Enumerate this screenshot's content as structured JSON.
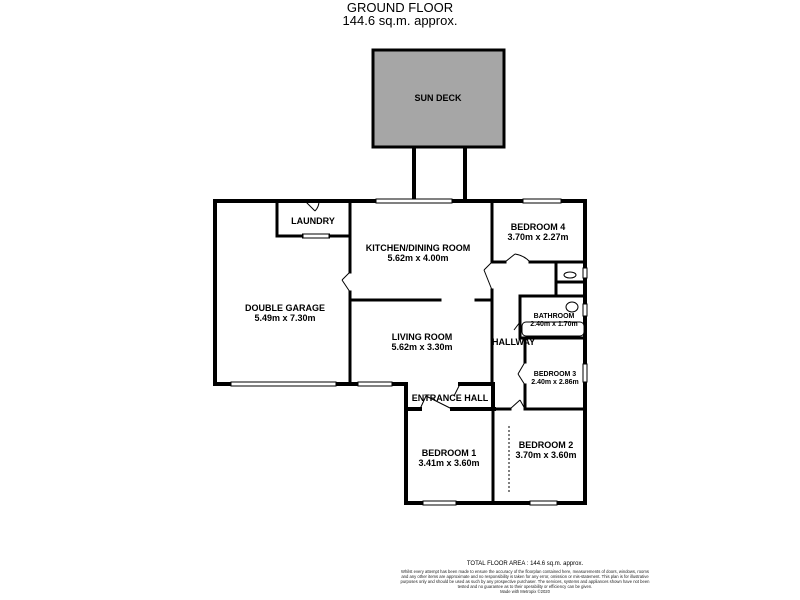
{
  "header": {
    "title": "GROUND FLOOR",
    "area": "144.6 sq.m. approx."
  },
  "rooms": {
    "sun_deck": {
      "name": "SUN DECK"
    },
    "laundry": {
      "name": "LAUNDRY"
    },
    "kitchen": {
      "name": "KITCHEN/DINING ROOM",
      "dims": "5.62m  x 4.00m"
    },
    "bedroom4": {
      "name": "BEDROOM 4",
      "dims": "3.70m  x 2.27m"
    },
    "garage": {
      "name": "DOUBLE GARAGE",
      "dims": "5.49m  x 7.30m"
    },
    "bathroom": {
      "name": "BATHROOM",
      "dims": "2.40m  x 1.70m"
    },
    "living": {
      "name": "LIVING ROOM",
      "dims": "5.62m  x 3.30m"
    },
    "hallway": {
      "name": "HALLWAY"
    },
    "bedroom3": {
      "name": "BEDROOM 3",
      "dims": "2.40m  x 2.86m"
    },
    "entrance": {
      "name": "ENTRANCE HALL"
    },
    "bedroom1": {
      "name": "BEDROOM 1",
      "dims": "3.41m  x 3.60m"
    },
    "bedroom2": {
      "name": "BEDROOM 2",
      "dims": "3.70m  x 3.60m"
    }
  },
  "footer": {
    "total": "TOTAL FLOOR AREA : 144.6 sq.m. approx.",
    "disclaimer": "Whilst every attempt has been made to ensure the accuracy of the floorplan contained here, measurements of doors, windows, rooms and any other items are approximate and no responsibility is taken for any error, omission or mis-statement. This plan is for illustrative purposes only and should be used as such by any prospective purchaser. The services, systems and appliances shown have not been tested and no guarantee as to their operability or efficiency can be given.",
    "credit": "Made with Metropix ©2020"
  },
  "colors": {
    "wall": "#000000",
    "deck_fill": "#a6a6a6",
    "background": "#ffffff"
  }
}
